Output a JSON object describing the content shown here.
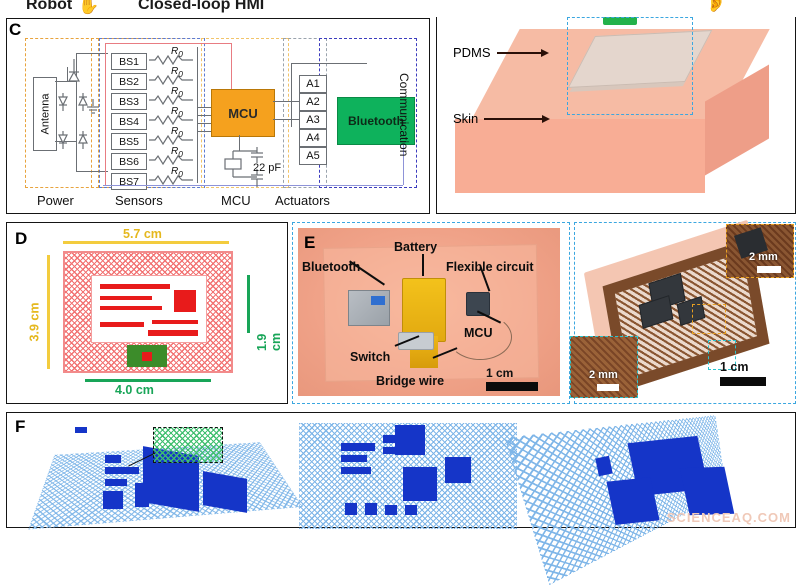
{
  "figure": {
    "watermark": "SCIENCEAQ.COM",
    "cropped_header": {
      "left_word": "Robot",
      "center_word": "Closed-loop HMI",
      "hand_icon": "hand-icon",
      "ear_icon": "ear-icon"
    }
  },
  "panel_c": {
    "letter": "C",
    "blocks": {
      "antenna": "Antenna",
      "mcu": "MCU",
      "bluetooth": "Bluetooth",
      "capacitor": "22 pF"
    },
    "sensors": [
      "BS1",
      "BS2",
      "BS3",
      "BS4",
      "BS5",
      "BS6",
      "BS7"
    ],
    "resistor_label": "R",
    "resistor_sub": "0",
    "actuators": [
      "A1",
      "A2",
      "A3",
      "A4",
      "A5"
    ],
    "section_labels": {
      "power": "Power",
      "sensors": "Sensors",
      "mcu": "MCU",
      "actuators": "Actuators",
      "communication": "Communication"
    },
    "colors": {
      "power_box": "#e8a33d",
      "sensors_box": "#5b7bd5",
      "mcu_box": "#f2c46a",
      "actuators_box": "#9aa3ad",
      "communication_box": "#3c3cbe",
      "mcu_fill": "#F5A11E",
      "bluetooth_fill": "#0EB25C"
    }
  },
  "panel_skin": {
    "labels": {
      "pdms": "PDMS",
      "skin": "Skin"
    },
    "colors": {
      "skin": "#F8AD95",
      "pdms": "#E4D6CD",
      "highlight_dashed": "#3BA7E0"
    }
  },
  "panel_d": {
    "letter": "D",
    "dimensions": {
      "outer_width": "5.7 cm",
      "outer_height": "3.9 cm",
      "inner_width": "4.0 cm",
      "inner_height": "1.9 cm"
    },
    "colors": {
      "outer_dim": "#E5B81E",
      "inner_dim": "#18A558",
      "mesh": "#F05A5A",
      "traces": "#E81B1B",
      "battery_pad": "#3C8C2A"
    }
  },
  "panel_e": {
    "letter": "E",
    "annotations": {
      "bluetooth": "Bluetooth",
      "battery": "Battery",
      "flexible_circuit": "Flexible circuit",
      "mcu": "MCU",
      "switch": "Switch",
      "bridge_wire": "Bridge wire"
    },
    "scale_bar": "1 cm"
  },
  "panel_right": {
    "scale_bar": "1 cm",
    "inset_top_right_scale": "2 mm",
    "inset_bottom_left_scale": "2 mm",
    "colors": {
      "inset_top_right_border": "#E8A020",
      "inset_bottom_left_border": "#2BC4CE",
      "panel_border": "#3BA7E0"
    }
  },
  "panel_f": {
    "letter": "F",
    "views": [
      "tilted-deformed-view",
      "flat-top-view",
      "wrapped-bent-view"
    ],
    "colors": {
      "mesh": "#7fb6e8",
      "components": "#1535C8",
      "detail_mesh": "#3fbf6f"
    }
  }
}
